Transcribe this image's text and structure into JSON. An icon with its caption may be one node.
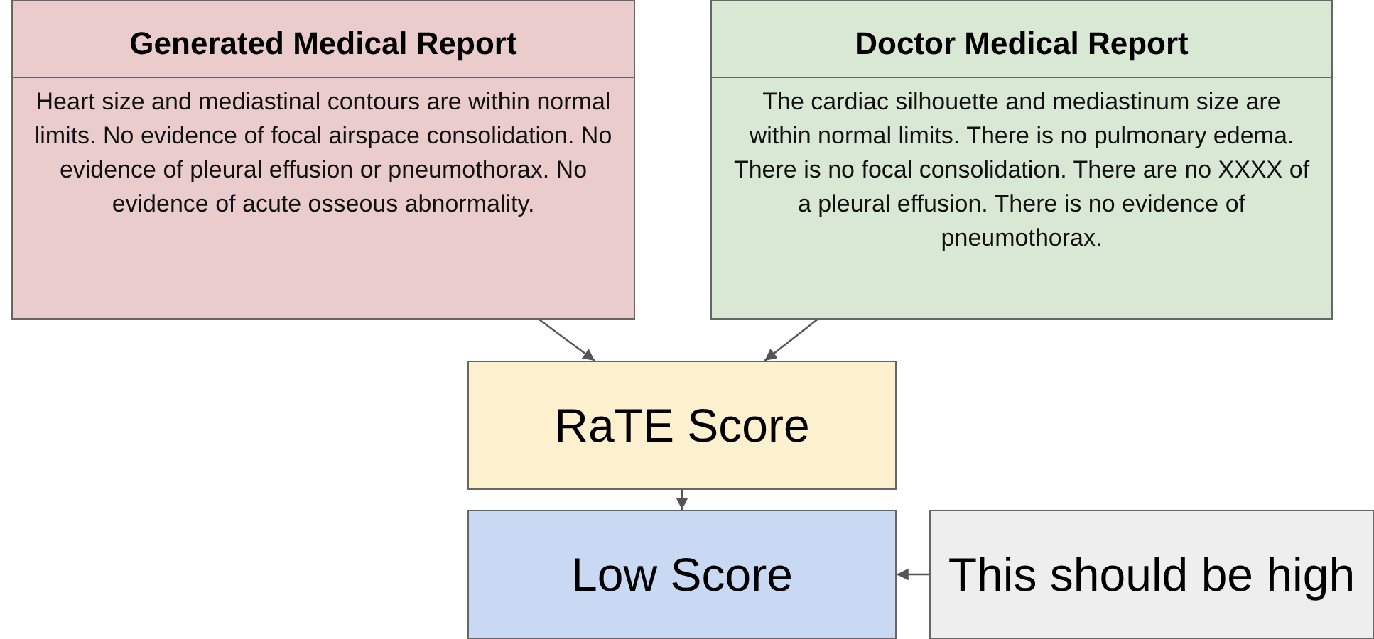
{
  "diagram": {
    "nodes": [
      {
        "text": [
          "Generated Medical Report",
          "Heart size and mediastinal contours are within normal limits. No evidence of focal airspace consolidation. No evidence of pleural effusion or pneumothorax. No evidence of acute osseous abnormality."
        ]
      },
      {
        "text": [
          "Doctor Medical Report",
          "The cardiac silhouette and mediastinum size are within normal limits. There is no pulmonary edema. There is no focal consolidation. There are no XXXX of a pleural effusion. There is no evidence of pneumothorax."
        ]
      },
      {
        "text": [
          "RaTE Score"
        ]
      },
      {
        "text": [
          "Low Score"
        ]
      },
      {
        "text": [
          "This should be high"
        ]
      }
    ],
    "edges": [
      {
        "from": 0,
        "to": 2,
        "arrow": "to"
      },
      {
        "from": 1,
        "to": 2,
        "arrow": "to"
      },
      {
        "from": 2,
        "to": 3,
        "arrow": "to"
      },
      {
        "from": 4,
        "to": 3,
        "arrow": "to"
      }
    ]
  }
}
